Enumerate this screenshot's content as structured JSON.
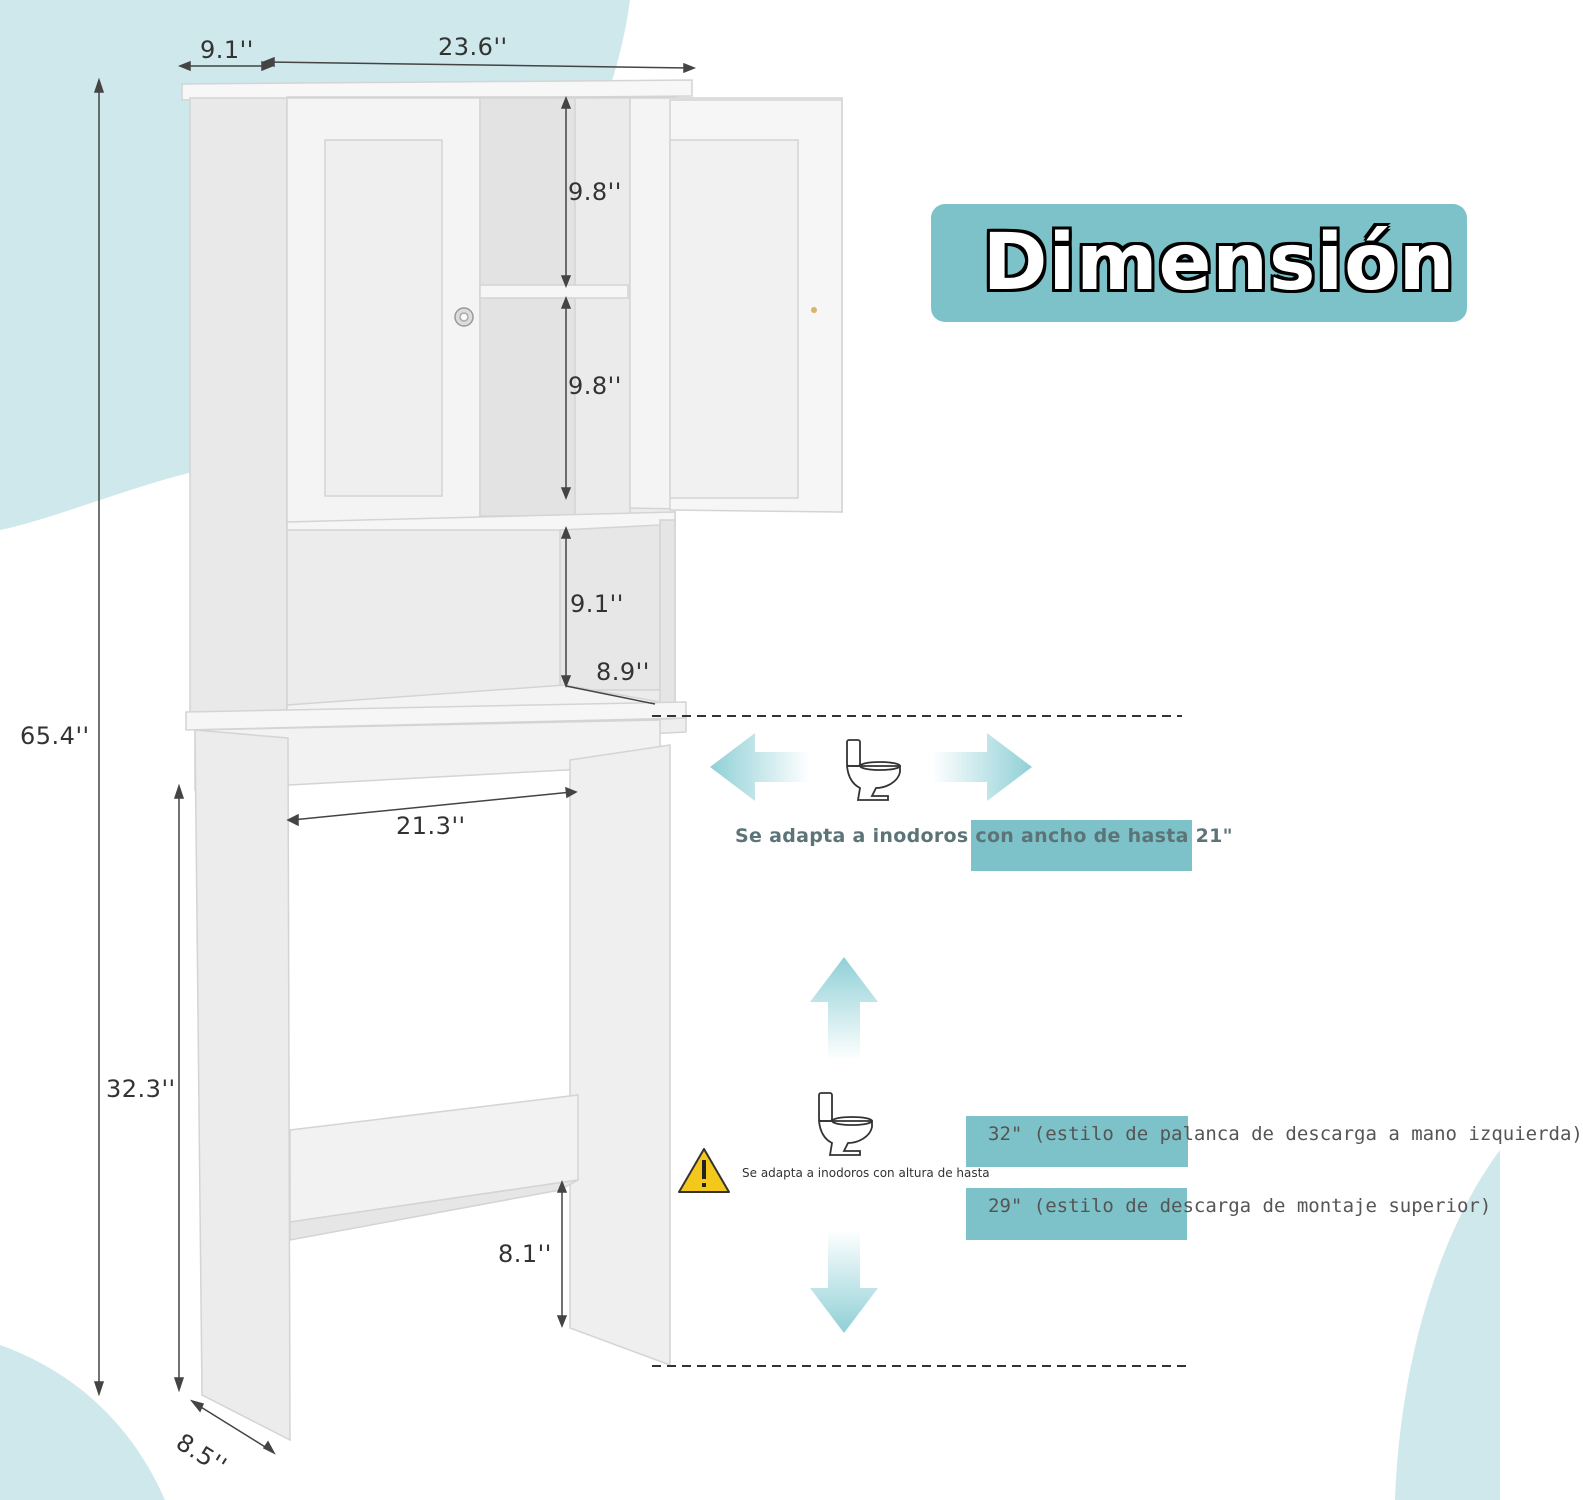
{
  "title": "Dimensión",
  "dimensions": {
    "top_depth": "9.1''",
    "top_width": "23.6''",
    "shelf_upper": "9.8''",
    "shelf_lower": "9.8''",
    "open_height": "9.1''",
    "open_depth": "8.9''",
    "total_height": "65.4''",
    "inner_width": "21.3''",
    "leg_height": "32.3''",
    "bar_height": "8.1''",
    "base_depth": "8.5''"
  },
  "notes": {
    "width_fit": "Se adapta a inodoros con ancho de hasta 21\"",
    "height_fit": "Se adapta a inodoros con altura de hasta",
    "option_1": "32\" (estilo de palanca de descarga a mano izquierda)",
    "option_2": "29\" (estilo de descarga de montaje superior)"
  },
  "colors": {
    "teal": "#7cc2c8",
    "light_teal": "#cfe8ec",
    "cabinet": "#f2f2f2",
    "warning": "#f3c81b"
  },
  "icons": [
    "toilet-icon",
    "warning-icon",
    "double-arrow-icon"
  ]
}
